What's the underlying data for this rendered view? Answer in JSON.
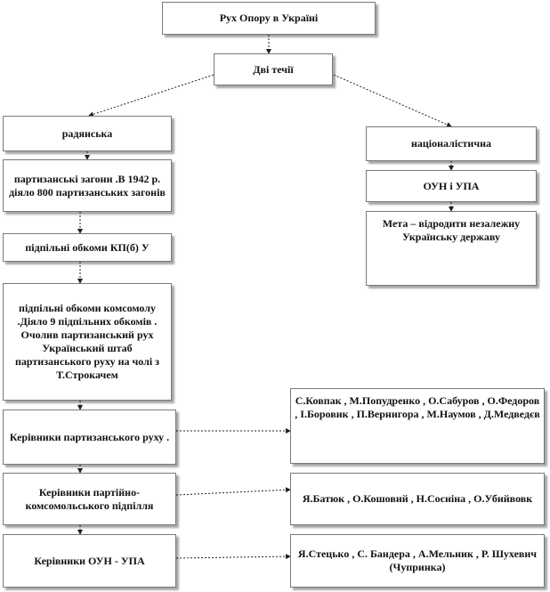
{
  "diagram": {
    "title": "Рух Опору в Україні",
    "streams": "Дві течії",
    "soviet": {
      "label": "радянська",
      "step1": "партизанські загони .В 1942 р. діяло 800 партизанських загонів",
      "step2": "підпільні обкоми КП(б) У",
      "step3": "підпільні обкоми комсомолу .Діяло 9 підпільних обкомів . Очолив партизанський рух Український штаб партизанського руху  на чолі з Т.Строкачем",
      "leaders_partisan": "Керівники партизанського руху .",
      "leaders_party": "Керівники партійно-комсомольського підпілля",
      "leaders_oun": "Керівники ОУН - УПА"
    },
    "nationalist": {
      "label": "націоналістична",
      "org": "ОУН і УПА",
      "goal": "Мета – відродити незалежну Українську державу"
    },
    "names": {
      "partisan": "С.Ковпак , М.Попудренко , О.Сабуров , О.Федоров , І.Боровик , П.Вернигора , М.Наумов , Д.Медведєв",
      "party": "Я.Батюк , О.Кошовий , Н.Сосніна , О.Убийвовк",
      "oun": "Я.Стецько , С. Бандера , А.Мельник , Р. Шухевич  (Чупринка)"
    }
  }
}
